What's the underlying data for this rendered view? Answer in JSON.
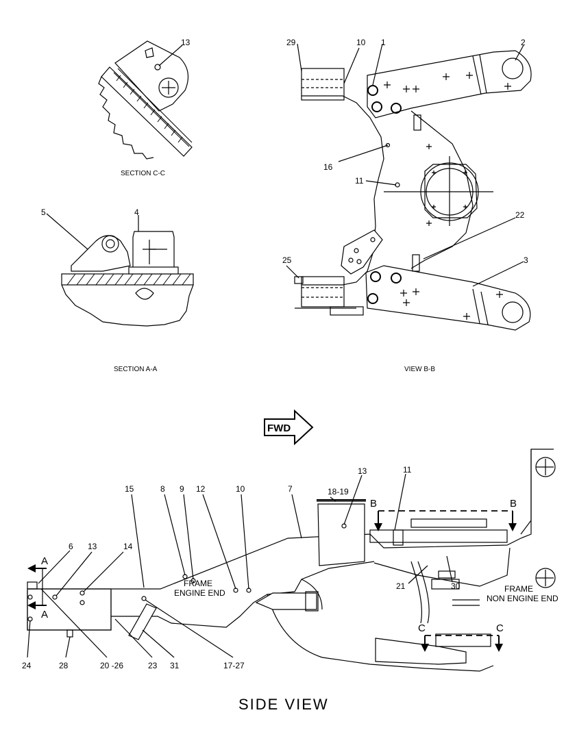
{
  "captions": {
    "section_cc": "SECTION C-C",
    "section_aa": "SECTION  A-A",
    "view_bb": "VIEW B-B",
    "side_view": "SIDE  VIEW",
    "fwd": "FWD",
    "frame_engine_1": "FRAME",
    "frame_engine_2": "ENGINE END",
    "frame_non_1": "FRAME",
    "frame_non_2": "NON ENGINE END"
  },
  "section_markers": {
    "a": "A",
    "b": "B",
    "c": "C"
  },
  "labels": {
    "cc_13": "13",
    "aa_5": "5",
    "aa_4": "4",
    "bb_29": "29",
    "bb_10": "10",
    "bb_1": "1",
    "bb_2": "2",
    "bb_16": "16",
    "bb_11": "11",
    "bb_22": "22",
    "bb_25": "25",
    "bb_3": "3",
    "sv_15": "15",
    "sv_8": "8",
    "sv_9": "9",
    "sv_12": "12",
    "sv_10": "10",
    "sv_7": "7",
    "sv_18_19": "18-19",
    "sv_13a": "13",
    "sv_11": "11",
    "sv_6": "6",
    "sv_13b": "13",
    "sv_14": "14",
    "sv_21": "21",
    "sv_30": "30",
    "sv_24": "24",
    "sv_28": "28",
    "sv_20_26": "20 -26",
    "sv_23": "23",
    "sv_31": "31",
    "sv_17_27": "17-27"
  }
}
